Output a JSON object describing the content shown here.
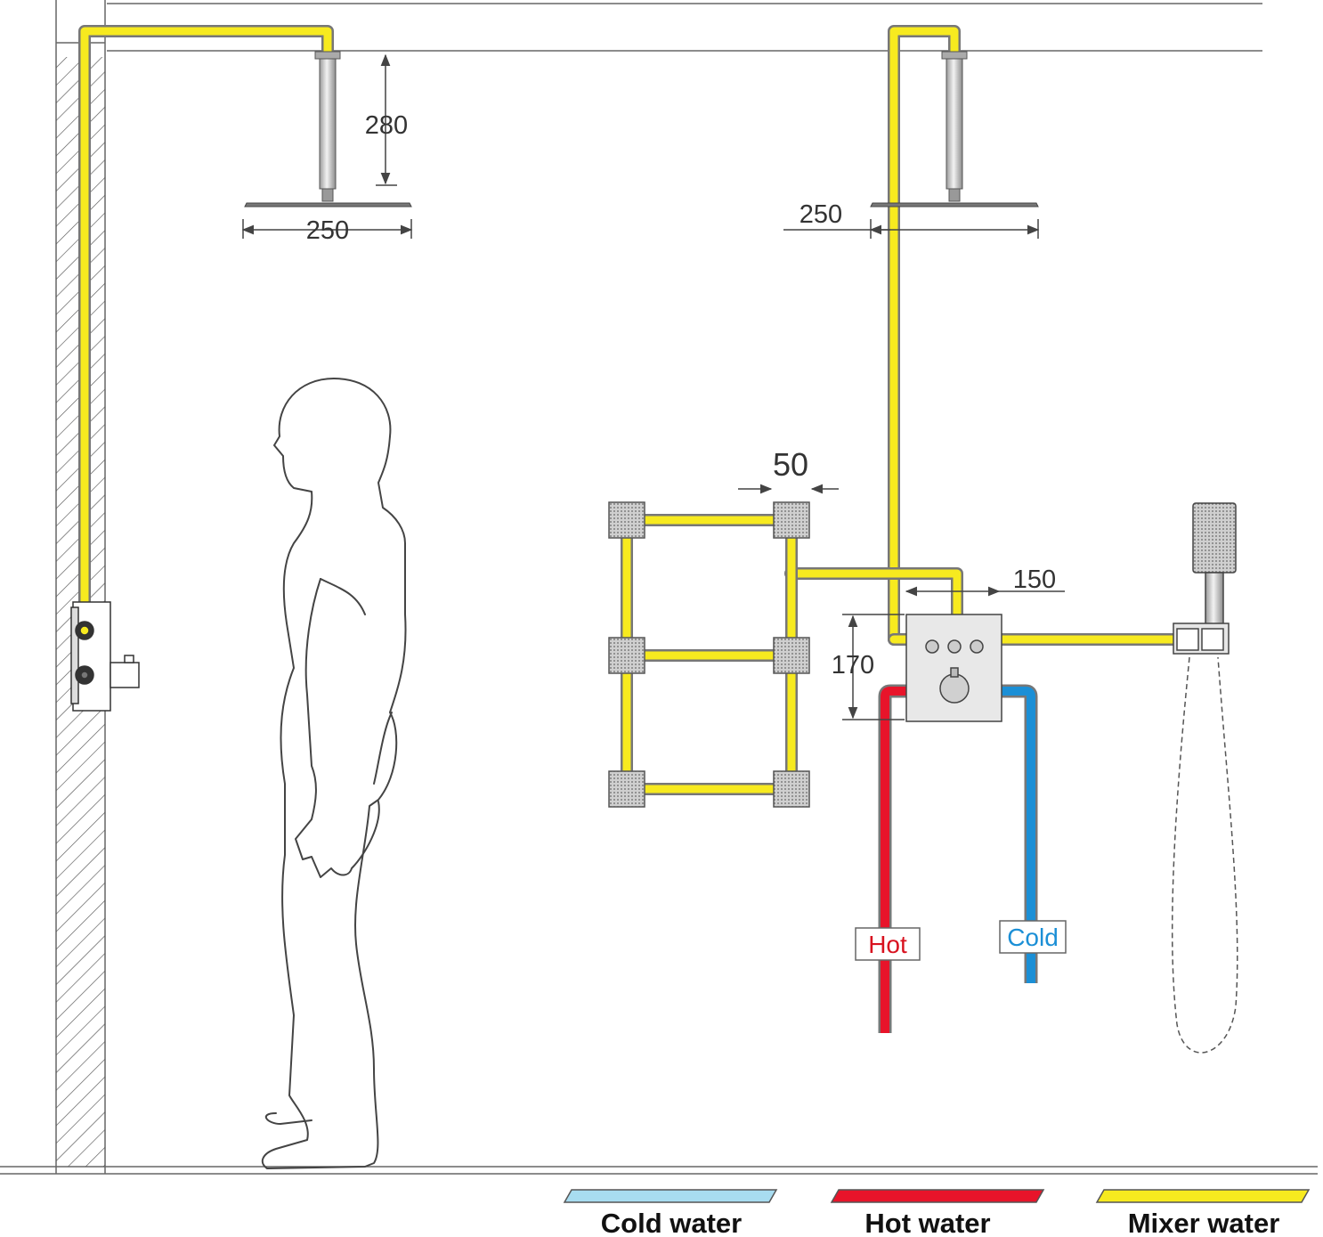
{
  "dimensions": {
    "left_shower_drop": "280",
    "left_shower_head_width": "250",
    "right_shower_head_width": "250",
    "body_jet_spacing": "50",
    "valve_to_outlet": "150",
    "valve_height": "170"
  },
  "pipe_labels": {
    "hot": "Hot",
    "cold": "Cold"
  },
  "legend": [
    {
      "label": "Cold water",
      "color": "#a8dcf0"
    },
    {
      "label": "Hot water",
      "color": "#e8142a"
    },
    {
      "label": "Mixer water",
      "color": "#f7ea1f"
    }
  ],
  "colors": {
    "mixer": "#f7ea1f",
    "hot": "#e8142a",
    "cold": "#1b8fd6",
    "cold_legend": "#a8dcf0",
    "chrome": "#c9c9c9",
    "line": "#555555"
  },
  "icons": {
    "body_jet": "square-nozzle-icon",
    "valve": "thermostatic-valve-icon",
    "hand_shower": "hand-shower-icon"
  }
}
